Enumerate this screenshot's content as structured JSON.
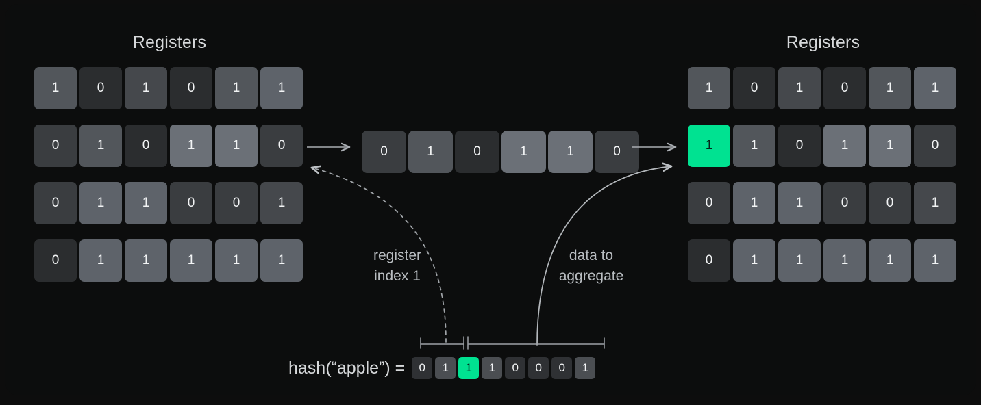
{
  "panel": {
    "background": "#0c0d0d",
    "accent": "#00e291"
  },
  "left_panel": {
    "title": "Registers",
    "rows": [
      {
        "cells": [
          {
            "value": "1",
            "shade": "s3"
          },
          {
            "value": "0",
            "shade": "s0"
          },
          {
            "value": "1",
            "shade": "s2"
          },
          {
            "value": "0",
            "shade": "s0"
          },
          {
            "value": "1",
            "shade": "s3"
          },
          {
            "value": "1",
            "shade": "s4"
          }
        ]
      },
      {
        "cells": [
          {
            "value": "0",
            "shade": "s1"
          },
          {
            "value": "1",
            "shade": "s3"
          },
          {
            "value": "0",
            "shade": "s0"
          },
          {
            "value": "1",
            "shade": "s5"
          },
          {
            "value": "1",
            "shade": "s5"
          },
          {
            "value": "0",
            "shade": "s1"
          }
        ]
      },
      {
        "cells": [
          {
            "value": "0",
            "shade": "s1"
          },
          {
            "value": "1",
            "shade": "s4"
          },
          {
            "value": "1",
            "shade": "s4"
          },
          {
            "value": "0",
            "shade": "s1"
          },
          {
            "value": "0",
            "shade": "s1"
          },
          {
            "value": "1",
            "shade": "s2"
          }
        ]
      },
      {
        "cells": [
          {
            "value": "0",
            "shade": "s0"
          },
          {
            "value": "1",
            "shade": "s4"
          },
          {
            "value": "1",
            "shade": "s4"
          },
          {
            "value": "1",
            "shade": "s4"
          },
          {
            "value": "1",
            "shade": "s4"
          },
          {
            "value": "1",
            "shade": "s4"
          }
        ]
      }
    ]
  },
  "middle_row": {
    "cells": [
      {
        "value": "0",
        "shade": "s1"
      },
      {
        "value": "1",
        "shade": "s3"
      },
      {
        "value": "0",
        "shade": "s0"
      },
      {
        "value": "1",
        "shade": "s5"
      },
      {
        "value": "1",
        "shade": "s5"
      },
      {
        "value": "0",
        "shade": "s1"
      }
    ]
  },
  "right_panel": {
    "title": "Registers",
    "rows": [
      {
        "cells": [
          {
            "value": "1",
            "shade": "s3"
          },
          {
            "value": "0",
            "shade": "s0"
          },
          {
            "value": "1",
            "shade": "s2"
          },
          {
            "value": "0",
            "shade": "s0"
          },
          {
            "value": "1",
            "shade": "s3"
          },
          {
            "value": "1",
            "shade": "s4"
          }
        ]
      },
      {
        "cells": [
          {
            "value": "1",
            "shade": "hl"
          },
          {
            "value": "1",
            "shade": "s3"
          },
          {
            "value": "0",
            "shade": "s0"
          },
          {
            "value": "1",
            "shade": "s5"
          },
          {
            "value": "1",
            "shade": "s5"
          },
          {
            "value": "0",
            "shade": "s1"
          }
        ]
      },
      {
        "cells": [
          {
            "value": "0",
            "shade": "s1"
          },
          {
            "value": "1",
            "shade": "s4"
          },
          {
            "value": "1",
            "shade": "s4"
          },
          {
            "value": "0",
            "shade": "s1"
          },
          {
            "value": "0",
            "shade": "s1"
          },
          {
            "value": "1",
            "shade": "s2"
          }
        ]
      },
      {
        "cells": [
          {
            "value": "0",
            "shade": "s0"
          },
          {
            "value": "1",
            "shade": "s4"
          },
          {
            "value": "1",
            "shade": "s4"
          },
          {
            "value": "1",
            "shade": "s4"
          },
          {
            "value": "1",
            "shade": "s4"
          },
          {
            "value": "1",
            "shade": "s4"
          }
        ]
      }
    ]
  },
  "annotations": {
    "register_index": "register\nindex 1",
    "data_to_aggregate": "data to\naggregate"
  },
  "hash": {
    "label": "hash(“apple”) =",
    "bits": [
      {
        "value": "0",
        "shade": "s0"
      },
      {
        "value": "1",
        "shade": "s1"
      },
      {
        "value": "1",
        "shade": "hl"
      },
      {
        "value": "1",
        "shade": "s1"
      },
      {
        "value": "0",
        "shade": "s0"
      },
      {
        "value": "0",
        "shade": "s0"
      },
      {
        "value": "0",
        "shade": "s0"
      },
      {
        "value": "1",
        "shade": "s1"
      }
    ]
  }
}
